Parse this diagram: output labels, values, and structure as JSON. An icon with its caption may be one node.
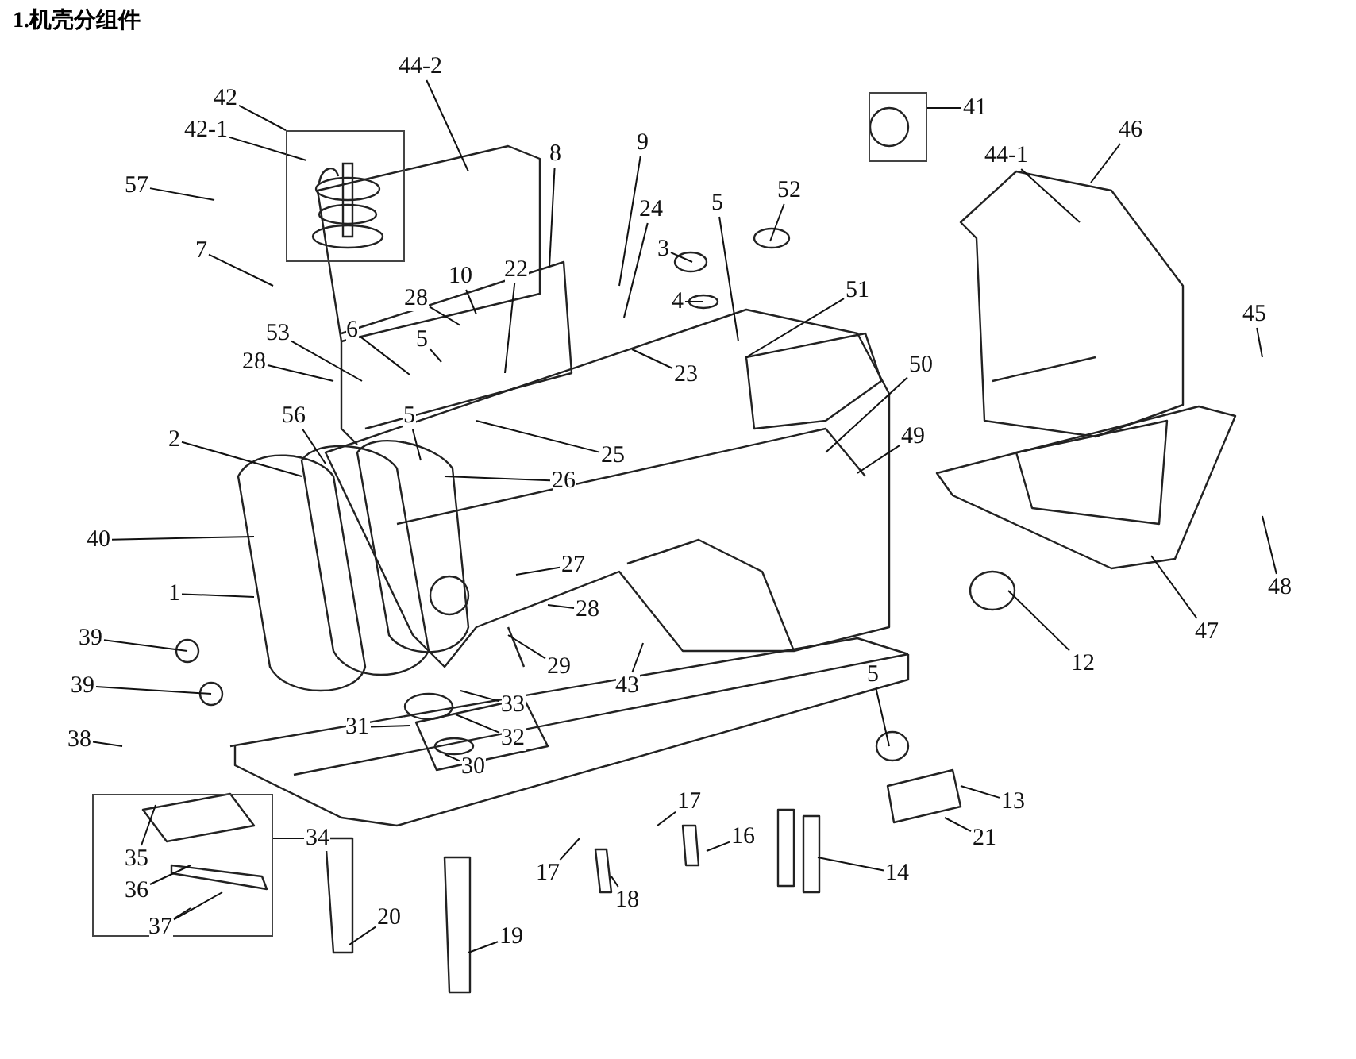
{
  "diagram": {
    "title": "1.机壳分组件",
    "nodes": [
      {
        "text": [
          "42"
        ]
      },
      {
        "text": [
          "42-1"
        ]
      },
      {
        "text": [
          "44-2"
        ]
      },
      {
        "text": [
          "57"
        ]
      },
      {
        "text": [
          "7"
        ]
      },
      {
        "text": [
          "8"
        ]
      },
      {
        "text": [
          "9"
        ]
      },
      {
        "text": [
          "24"
        ]
      },
      {
        "text": [
          "22"
        ]
      },
      {
        "text": [
          "10"
        ]
      },
      {
        "text": [
          "28"
        ]
      },
      {
        "text": [
          "6"
        ]
      },
      {
        "text": [
          "5"
        ]
      },
      {
        "text": [
          "53"
        ]
      },
      {
        "text": [
          "28"
        ]
      },
      {
        "text": [
          "56"
        ]
      },
      {
        "text": [
          "5"
        ]
      },
      {
        "text": [
          "2"
        ]
      },
      {
        "text": [
          "25"
        ]
      },
      {
        "text": [
          "26"
        ]
      },
      {
        "text": [
          "3"
        ]
      },
      {
        "text": [
          "4"
        ]
      },
      {
        "text": [
          "23"
        ]
      },
      {
        "text": [
          "5"
        ]
      },
      {
        "text": [
          "52"
        ]
      },
      {
        "text": [
          "41"
        ]
      },
      {
        "text": [
          "51"
        ]
      },
      {
        "text": [
          "50"
        ]
      },
      {
        "text": [
          "49"
        ]
      },
      {
        "text": [
          "44-1"
        ]
      },
      {
        "text": [
          "46"
        ]
      },
      {
        "text": [
          "45"
        ]
      },
      {
        "text": [
          "40"
        ]
      },
      {
        "text": [
          "1"
        ]
      },
      {
        "text": [
          "39"
        ]
      },
      {
        "text": [
          "39"
        ]
      },
      {
        "text": [
          "38"
        ]
      },
      {
        "text": [
          "27"
        ]
      },
      {
        "text": [
          "28"
        ]
      },
      {
        "text": [
          "29"
        ]
      },
      {
        "text": [
          "43"
        ]
      },
      {
        "text": [
          "33"
        ]
      },
      {
        "text": [
          "32"
        ]
      },
      {
        "text": [
          "31"
        ]
      },
      {
        "text": [
          "30"
        ]
      },
      {
        "text": [
          "34"
        ]
      },
      {
        "text": [],
        "shape": "box"
      },
      {
        "text": [
          "35"
        ],
        "in": 46
      },
      {
        "text": [
          "36"
        ],
        "in": 46
      },
      {
        "text": [
          "37"
        ],
        "in": 46
      },
      {
        "text": [
          "20"
        ]
      },
      {
        "text": [
          "19"
        ]
      },
      {
        "text": [
          "17"
        ]
      },
      {
        "text": [
          "18"
        ]
      },
      {
        "text": [
          "17"
        ]
      },
      {
        "text": [
          "16"
        ]
      },
      {
        "text": [
          "14"
        ]
      },
      {
        "text": [
          "21"
        ]
      },
      {
        "text": [
          "13"
        ]
      },
      {
        "text": [
          "5"
        ]
      },
      {
        "text": [
          "12"
        ]
      },
      {
        "text": [
          "47"
        ]
      },
      {
        "text": [
          "48"
        ]
      },
      {
        "text": [],
        "shape": "box"
      },
      {
        "text": [],
        "shape": "box"
      },
      {
        "text": [],
        "shape": "picture",
        "in": 63
      }
    ],
    "edges": [
      {
        "from": 0,
        "to": 63,
        "arrow": "none"
      },
      {
        "from": 1,
        "to": 65,
        "arrow": "none"
      },
      {
        "from": 2,
        "to": null,
        "arrow": "none"
      },
      {
        "from": 3,
        "to": null,
        "arrow": "none"
      },
      {
        "from": 4,
        "to": null,
        "arrow": "none"
      },
      {
        "from": 5,
        "to": null,
        "arrow": "none"
      },
      {
        "from": 6,
        "to": null,
        "arrow": "none"
      },
      {
        "from": 7,
        "to": null,
        "arrow": "none"
      },
      {
        "from": 8,
        "to": null,
        "arrow": "none"
      },
      {
        "from": 9,
        "to": null,
        "arrow": "none"
      },
      {
        "from": 10,
        "to": null,
        "arrow": "none"
      },
      {
        "from": 11,
        "to": null,
        "arrow": "none"
      },
      {
        "from": 12,
        "to": null,
        "arrow": "none"
      },
      {
        "from": 13,
        "to": null,
        "arrow": "none"
      },
      {
        "from": 14,
        "to": null,
        "arrow": "none"
      },
      {
        "from": 15,
        "to": null,
        "arrow": "none"
      },
      {
        "from": 16,
        "to": null,
        "arrow": "none"
      },
      {
        "from": 17,
        "to": null,
        "arrow": "none"
      },
      {
        "from": 18,
        "to": null,
        "arrow": "none"
      },
      {
        "from": 19,
        "to": null,
        "arrow": "none"
      },
      {
        "from": 20,
        "to": null,
        "arrow": "none"
      },
      {
        "from": 21,
        "to": null,
        "arrow": "none"
      },
      {
        "from": 22,
        "to": null,
        "arrow": "none"
      },
      {
        "from": 23,
        "to": null,
        "arrow": "none"
      },
      {
        "from": 24,
        "to": null,
        "arrow": "none"
      },
      {
        "from": 25,
        "to": 64,
        "arrow": "none"
      },
      {
        "from": 26,
        "to": null,
        "arrow": "none"
      },
      {
        "from": 27,
        "to": null,
        "arrow": "none"
      },
      {
        "from": 28,
        "to": null,
        "arrow": "none"
      },
      {
        "from": 29,
        "to": null,
        "arrow": "none"
      },
      {
        "from": 30,
        "to": null,
        "arrow": "none"
      },
      {
        "from": 31,
        "to": null,
        "arrow": "none"
      },
      {
        "from": 32,
        "to": null,
        "arrow": "none"
      },
      {
        "from": 33,
        "to": null,
        "arrow": "none"
      },
      {
        "from": 34,
        "to": null,
        "arrow": "none"
      },
      {
        "from": 35,
        "to": null,
        "arrow": "none"
      },
      {
        "from": 36,
        "to": null,
        "arrow": "none"
      },
      {
        "from": 37,
        "to": null,
        "arrow": "none"
      },
      {
        "from": 38,
        "to": null,
        "arrow": "none"
      },
      {
        "from": 39,
        "to": null,
        "arrow": "none"
      },
      {
        "from": 40,
        "to": null,
        "arrow": "none"
      },
      {
        "from": 41,
        "to": null,
        "arrow": "none"
      },
      {
        "from": 42,
        "to": null,
        "arrow": "none"
      },
      {
        "from": 43,
        "to": null,
        "arrow": "none"
      },
      {
        "from": 44,
        "to": null,
        "arrow": "none"
      },
      {
        "from": 45,
        "to": 46,
        "arrow": "none"
      },
      {
        "from": 47,
        "to": null,
        "arrow": "none"
      },
      {
        "from": 48,
        "to": null,
        "arrow": "none"
      },
      {
        "from": 49,
        "to": null,
        "arrow": "none"
      },
      {
        "from": 49,
        "to": null,
        "arrow": "none"
      },
      {
        "from": 50,
        "to": null,
        "arrow": "none"
      },
      {
        "from": 51,
        "to": null,
        "arrow": "none"
      },
      {
        "from": 52,
        "to": null,
        "arrow": "none"
      },
      {
        "from": 53,
        "to": null,
        "arrow": "none"
      },
      {
        "from": 54,
        "to": null,
        "arrow": "none"
      },
      {
        "from": 55,
        "to": null,
        "arrow": "none"
      },
      {
        "from": 56,
        "to": null,
        "arrow": "none"
      },
      {
        "from": 57,
        "to": null,
        "arrow": "none"
      },
      {
        "from": 58,
        "to": null,
        "arrow": "none"
      },
      {
        "from": 59,
        "to": null,
        "arrow": "none"
      },
      {
        "from": 60,
        "to": null,
        "arrow": "none"
      },
      {
        "from": 61,
        "to": null,
        "arrow": "none"
      },
      {
        "from": 62,
        "to": null,
        "arrow": "none"
      }
    ]
  }
}
